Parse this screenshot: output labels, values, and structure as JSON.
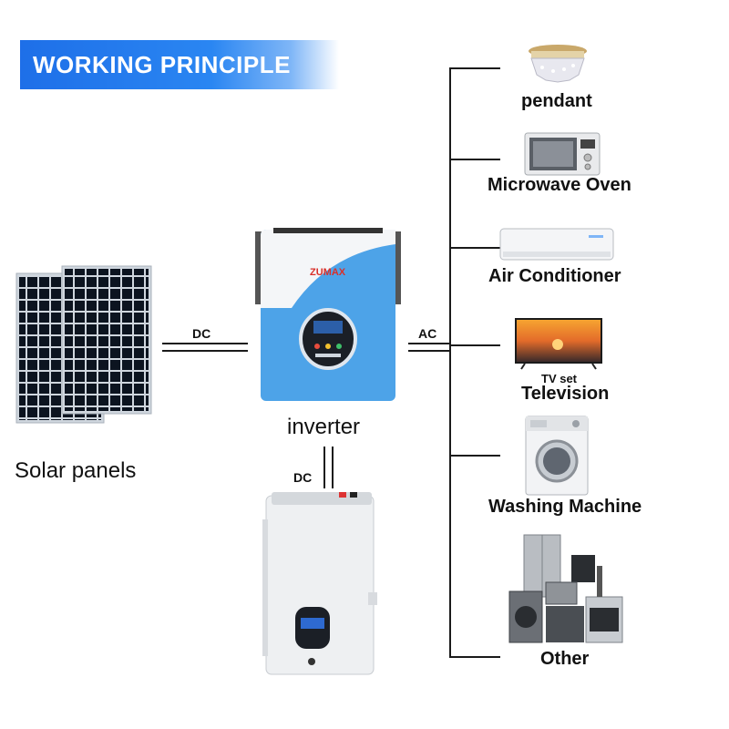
{
  "header": {
    "title": "WORKING PRINCIPLE"
  },
  "nodes": {
    "solar_panels": {
      "label": "Solar panels"
    },
    "inverter": {
      "label": "inverter",
      "brand": "ZUMAX"
    },
    "battery": {
      "label": ""
    }
  },
  "links": {
    "solar_to_inverter": "DC",
    "inverter_to_battery": "DC",
    "inverter_to_loads": "AC"
  },
  "loads": [
    {
      "label": "pendant"
    },
    {
      "label": "Microwave Oven"
    },
    {
      "label": "Air Conditioner"
    },
    {
      "label": "Television",
      "sublabel": "TV set"
    },
    {
      "label": "Washing Machine"
    },
    {
      "label": "Other"
    }
  ],
  "colors": {
    "banner": "#1e6fe8",
    "inverter_body": "#4da3e8",
    "line": "#1a1a1a"
  }
}
